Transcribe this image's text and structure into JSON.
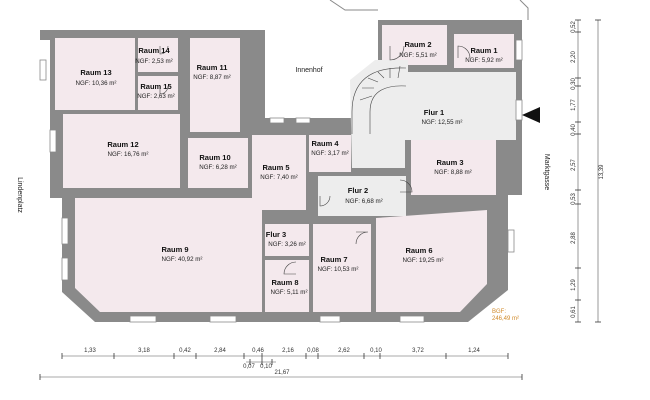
{
  "rooms": {
    "r13": {
      "name": "Raum 13",
      "area": "NGF: 10,36 m²"
    },
    "r14": {
      "name": "Raum 14",
      "area": "NGF: 2,53 m²"
    },
    "r15": {
      "name": "Raum 15",
      "area": "NGF: 2,63 m²"
    },
    "r11": {
      "name": "Raum 11",
      "area": "NGF: 8,87 m²"
    },
    "r2": {
      "name": "Raum 2",
      "area": "NGF: 5,51 m²"
    },
    "r1": {
      "name": "Raum 1",
      "area": "NGF: 5,92 m²"
    },
    "flur1": {
      "name": "Flur 1",
      "area": "NGF: 12,55 m²"
    },
    "r12": {
      "name": "Raum 12",
      "area": "NGF: 16,76 m²"
    },
    "r10": {
      "name": "Raum 10",
      "area": "NGF: 6,28 m²"
    },
    "r5": {
      "name": "Raum 5",
      "area": "NGF: 7,40 m²"
    },
    "r4": {
      "name": "Raum 4",
      "area": "NGF: 3,17 m²"
    },
    "r3": {
      "name": "Raum 3",
      "area": "NGF: 8,88 m²"
    },
    "flur2": {
      "name": "Flur 2",
      "area": "NGF: 6,68 m²"
    },
    "r9": {
      "name": "Raum 9",
      "area": "NGF: 40,92 m²"
    },
    "flur3": {
      "name": "Flur 3",
      "area": "NGF: 3,26 m²"
    },
    "r7": {
      "name": "Raum 7",
      "area": "NGF: 10,53 m²"
    },
    "r6": {
      "name": "Raum 6",
      "area": "NGF: 19,25 m²"
    },
    "r8": {
      "name": "Raum 8",
      "area": "NGF: 5,11 m²"
    }
  },
  "labels": {
    "courtyard": "Innenhof",
    "street_left": "Lindenplatz",
    "street_right": "Marktgasse",
    "bgf_label": "BGF:",
    "bgf_value": "246,49 m²"
  },
  "dims_bottom": {
    "row1": [
      "1,33",
      "3,18",
      "0,42",
      "2,84",
      "0,46",
      "2,16",
      "0,08",
      "2,62",
      "0,10",
      "3,72",
      "1,24"
    ],
    "row2": [
      "0,07",
      "0,10"
    ],
    "total": "21,67"
  },
  "dims_right": {
    "segments": [
      "0,52",
      "2,20",
      "0,30",
      "1,77",
      "0,40",
      "2,57",
      "0,53",
      "2,88",
      "1,29",
      "0,61"
    ],
    "total": "13,39"
  },
  "colors": {
    "room_fill": "#f4e9ed",
    "corridor_fill": "#ededed",
    "wall": "#8a8a8a",
    "bgf_text": "#d08a2a"
  }
}
